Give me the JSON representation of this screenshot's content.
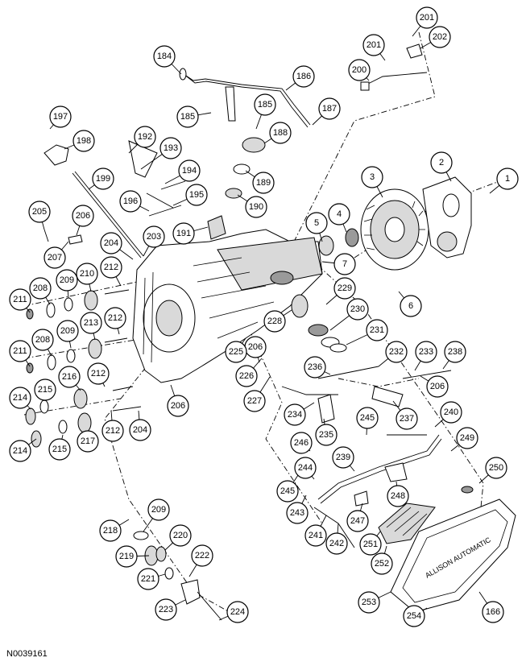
{
  "figure_id": "N0039161",
  "callouts": [
    {
      "n": "1"
    },
    {
      "n": "2"
    },
    {
      "n": "3"
    },
    {
      "n": "4"
    },
    {
      "n": "5"
    },
    {
      "n": "6"
    },
    {
      "n": "7"
    },
    {
      "n": "166"
    },
    {
      "n": "184"
    },
    {
      "n": "185"
    },
    {
      "n": "185"
    },
    {
      "n": "186"
    },
    {
      "n": "187"
    },
    {
      "n": "188"
    },
    {
      "n": "189"
    },
    {
      "n": "190"
    },
    {
      "n": "191"
    },
    {
      "n": "192"
    },
    {
      "n": "193"
    },
    {
      "n": "194"
    },
    {
      "n": "195"
    },
    {
      "n": "196"
    },
    {
      "n": "197"
    },
    {
      "n": "198"
    },
    {
      "n": "199"
    },
    {
      "n": "200"
    },
    {
      "n": "201"
    },
    {
      "n": "201"
    },
    {
      "n": "202"
    },
    {
      "n": "203"
    },
    {
      "n": "204"
    },
    {
      "n": "204"
    },
    {
      "n": "205"
    },
    {
      "n": "206"
    },
    {
      "n": "206"
    },
    {
      "n": "206"
    },
    {
      "n": "206"
    },
    {
      "n": "207"
    },
    {
      "n": "208"
    },
    {
      "n": "208"
    },
    {
      "n": "209"
    },
    {
      "n": "209"
    },
    {
      "n": "209"
    },
    {
      "n": "210"
    },
    {
      "n": "211"
    },
    {
      "n": "211"
    },
    {
      "n": "212"
    },
    {
      "n": "212"
    },
    {
      "n": "212"
    },
    {
      "n": "212"
    },
    {
      "n": "213"
    },
    {
      "n": "214"
    },
    {
      "n": "214"
    },
    {
      "n": "215"
    },
    {
      "n": "215"
    },
    {
      "n": "216"
    },
    {
      "n": "217"
    },
    {
      "n": "218"
    },
    {
      "n": "219"
    },
    {
      "n": "220"
    },
    {
      "n": "221"
    },
    {
      "n": "222"
    },
    {
      "n": "223"
    },
    {
      "n": "224"
    },
    {
      "n": "225"
    },
    {
      "n": "226"
    },
    {
      "n": "227"
    },
    {
      "n": "228"
    },
    {
      "n": "229"
    },
    {
      "n": "230"
    },
    {
      "n": "231"
    },
    {
      "n": "232"
    },
    {
      "n": "233"
    },
    {
      "n": "234"
    },
    {
      "n": "235"
    },
    {
      "n": "236"
    },
    {
      "n": "237"
    },
    {
      "n": "238"
    },
    {
      "n": "239"
    },
    {
      "n": "240"
    },
    {
      "n": "241"
    },
    {
      "n": "242"
    },
    {
      "n": "243"
    },
    {
      "n": "244"
    },
    {
      "n": "245"
    },
    {
      "n": "245"
    },
    {
      "n": "246"
    },
    {
      "n": "247"
    },
    {
      "n": "248"
    },
    {
      "n": "249"
    },
    {
      "n": "250"
    },
    {
      "n": "251"
    },
    {
      "n": "252"
    },
    {
      "n": "253"
    },
    {
      "n": "254"
    }
  ],
  "pan_text": "ALLISON AUTOMATIC"
}
